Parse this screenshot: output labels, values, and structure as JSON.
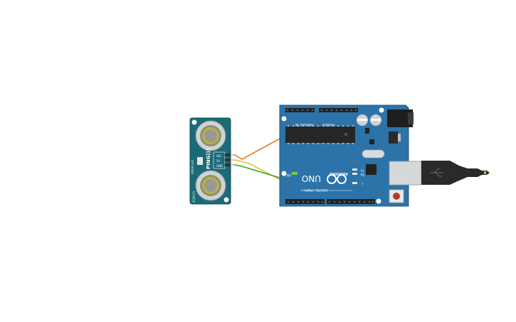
{
  "sensor": {
    "model": "PING)))",
    "pin_labels": [
      "SIG",
      "5V",
      "GND"
    ],
    "side_label": "PARALLAX",
    "corner_label": "#28015"
  },
  "arduino": {
    "brand": "ARDUINO",
    "model": "UNO",
    "analog_label": "ANALOG IN",
    "power_label": "POWER",
    "digital_label": "DIGITAL (PWM~)",
    "on_label": "ON",
    "tx_label": "TX",
    "rx_label": "RX",
    "l_label": "L"
  },
  "wires": [
    {
      "name": "wire-orange",
      "color": "#e8781c"
    },
    {
      "name": "wire-yellow",
      "color": "#e6c21f"
    },
    {
      "name": "wire-green",
      "color": "#35a63a"
    }
  ],
  "colors": {
    "arduino_board": "#2b73a8",
    "sensor_board": "#1a6b78",
    "usb_cable": "#2a2a2a"
  }
}
